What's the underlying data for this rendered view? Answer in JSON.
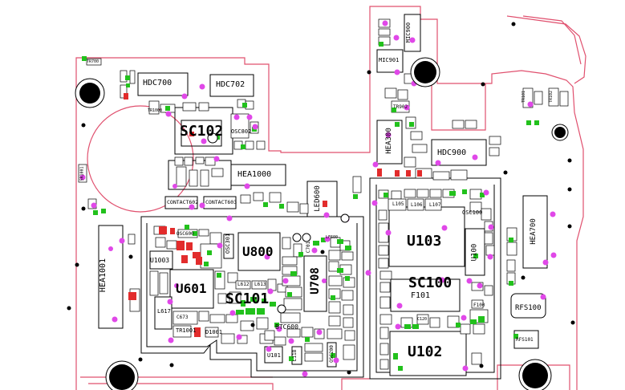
{
  "board": {
    "colors": {
      "outline": "#e0506e",
      "pad_green": "#22c11c",
      "pad_red": "#e22c2c",
      "via": "#e048e8",
      "black": "#000000"
    },
    "labels": {
      "hdc700": "HDC700",
      "hdc702": "HDC702",
      "sc102": "SC102",
      "osc802": "OSC802",
      "hea1000": "HEA1000",
      "contact602": "CONTACT602",
      "contact603": "CONTACT603",
      "hea1001": "HEA1001",
      "u1003": "U1003",
      "osc600": "OSC600",
      "osc301": "OSC301",
      "u800": "U800",
      "u601": "U601",
      "sc101": "SC101",
      "u708": "U708",
      "l617": "L617",
      "tr1001": "TR1001",
      "d1001": "D1001",
      "btc600": "BTC600",
      "u101": "U101",
      "l118": "L118",
      "osc200": "OSC200",
      "l612": "L612",
      "l613": "L613",
      "c673": "C673",
      "led600": "LED600",
      "c701": "C701",
      "mic900": "MIC900",
      "mic901": "MIC901",
      "tr902": "TR902",
      "hea300": "HEA300",
      "hdc900": "HDC900",
      "u103": "U103",
      "u100": "U100",
      "osc100": "OSC100",
      "sc100": "SC100",
      "f101": "F101",
      "u102": "U102",
      "hea700": "HEA700",
      "rfs100": "RFS100",
      "rfs101": "RFS101",
      "l105": "L105",
      "l106": "L106",
      "l107": "L107",
      "f100": "F100",
      "c120": "C120",
      "tr700": "TR700",
      "tr101": "TR101",
      "tr102": "TR102",
      "sr1001": "SR1001",
      "lf600": "LF600",
      "tr1000": "TR1000"
    }
  }
}
